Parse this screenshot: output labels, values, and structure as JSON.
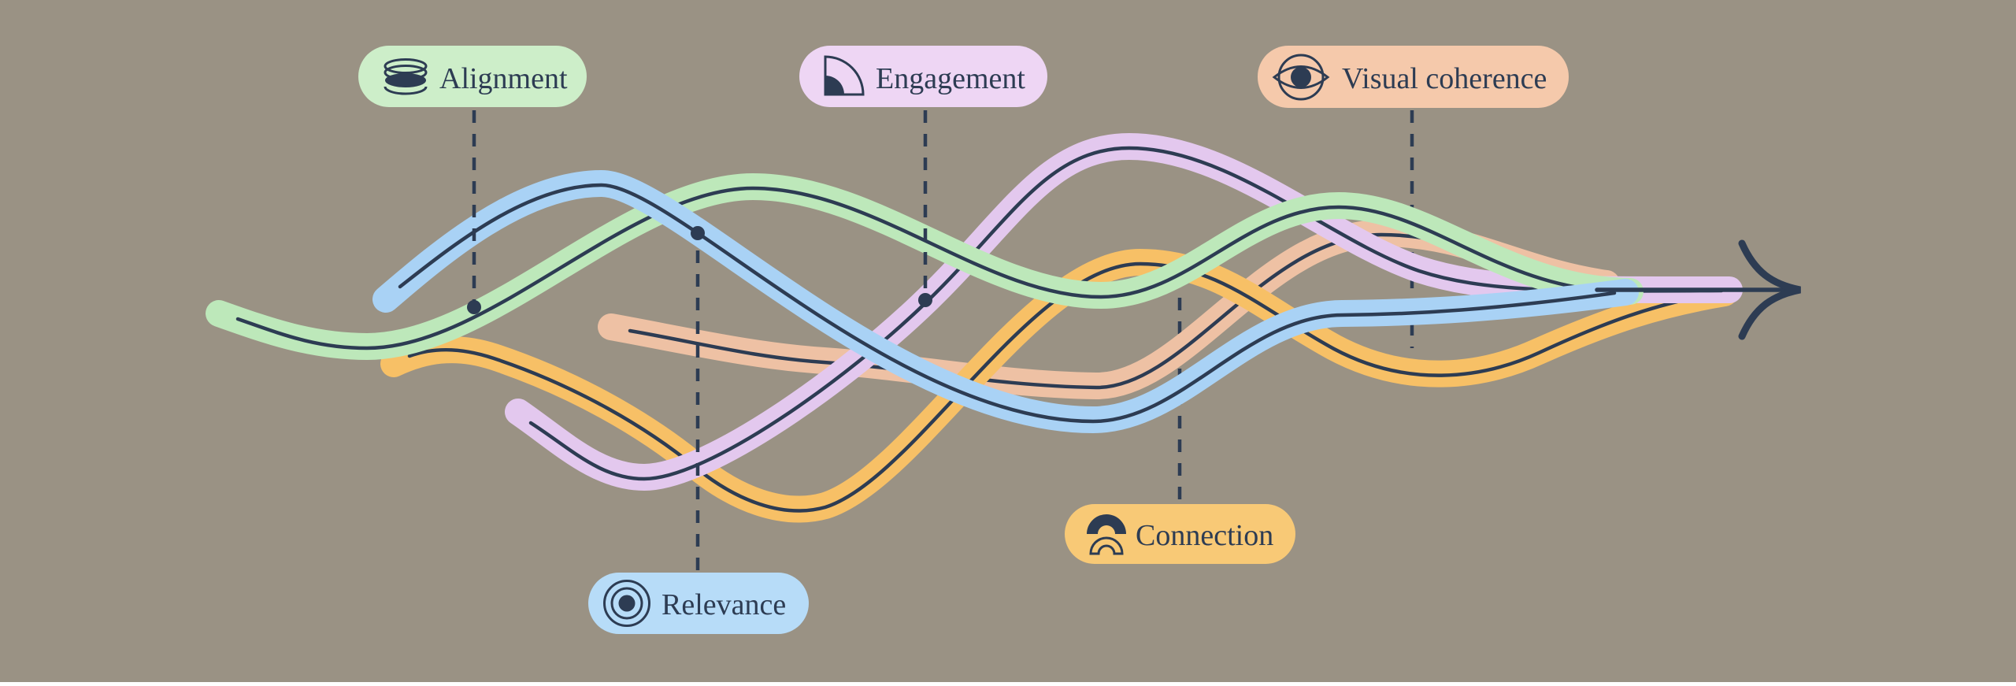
{
  "diagram": {
    "title": "flow-streams-diagram",
    "background": "#9a9284",
    "ink": "#2d3c53",
    "streams": [
      {
        "key": "alignment",
        "label": "Alignment",
        "icon": "stacked-ellipses-icon",
        "badge_fill": "#cdeec9",
        "band_fill": "#bde8ba"
      },
      {
        "key": "relevance",
        "label": "Relevance",
        "icon": "bullseye-icon",
        "badge_fill": "#b7dcf8",
        "band_fill": "#a9d2f5"
      },
      {
        "key": "engagement",
        "label": "Engagement",
        "icon": "quarter-circle-icon",
        "badge_fill": "#eed6f4",
        "band_fill": "#e3c8ee"
      },
      {
        "key": "connection",
        "label": "Connection",
        "icon": "double-arch-icon",
        "badge_fill": "#f8c976",
        "band_fill": "#f7c066"
      },
      {
        "key": "visual_coherence",
        "label": "Visual coherence",
        "icon": "eye-icon",
        "badge_fill": "#f5c9ab",
        "band_fill": "#eec1a4"
      }
    ],
    "arrow": {
      "icon": "flow-arrow-icon"
    }
  }
}
